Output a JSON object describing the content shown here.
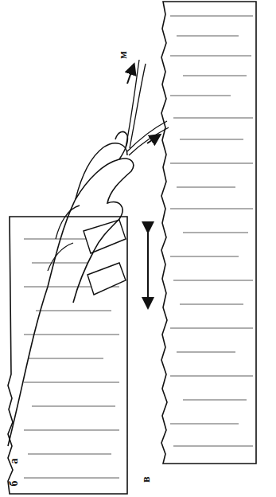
{
  "diagram": {
    "labels": [
      "м",
      "а",
      "б",
      "в"
    ]
  }
}
